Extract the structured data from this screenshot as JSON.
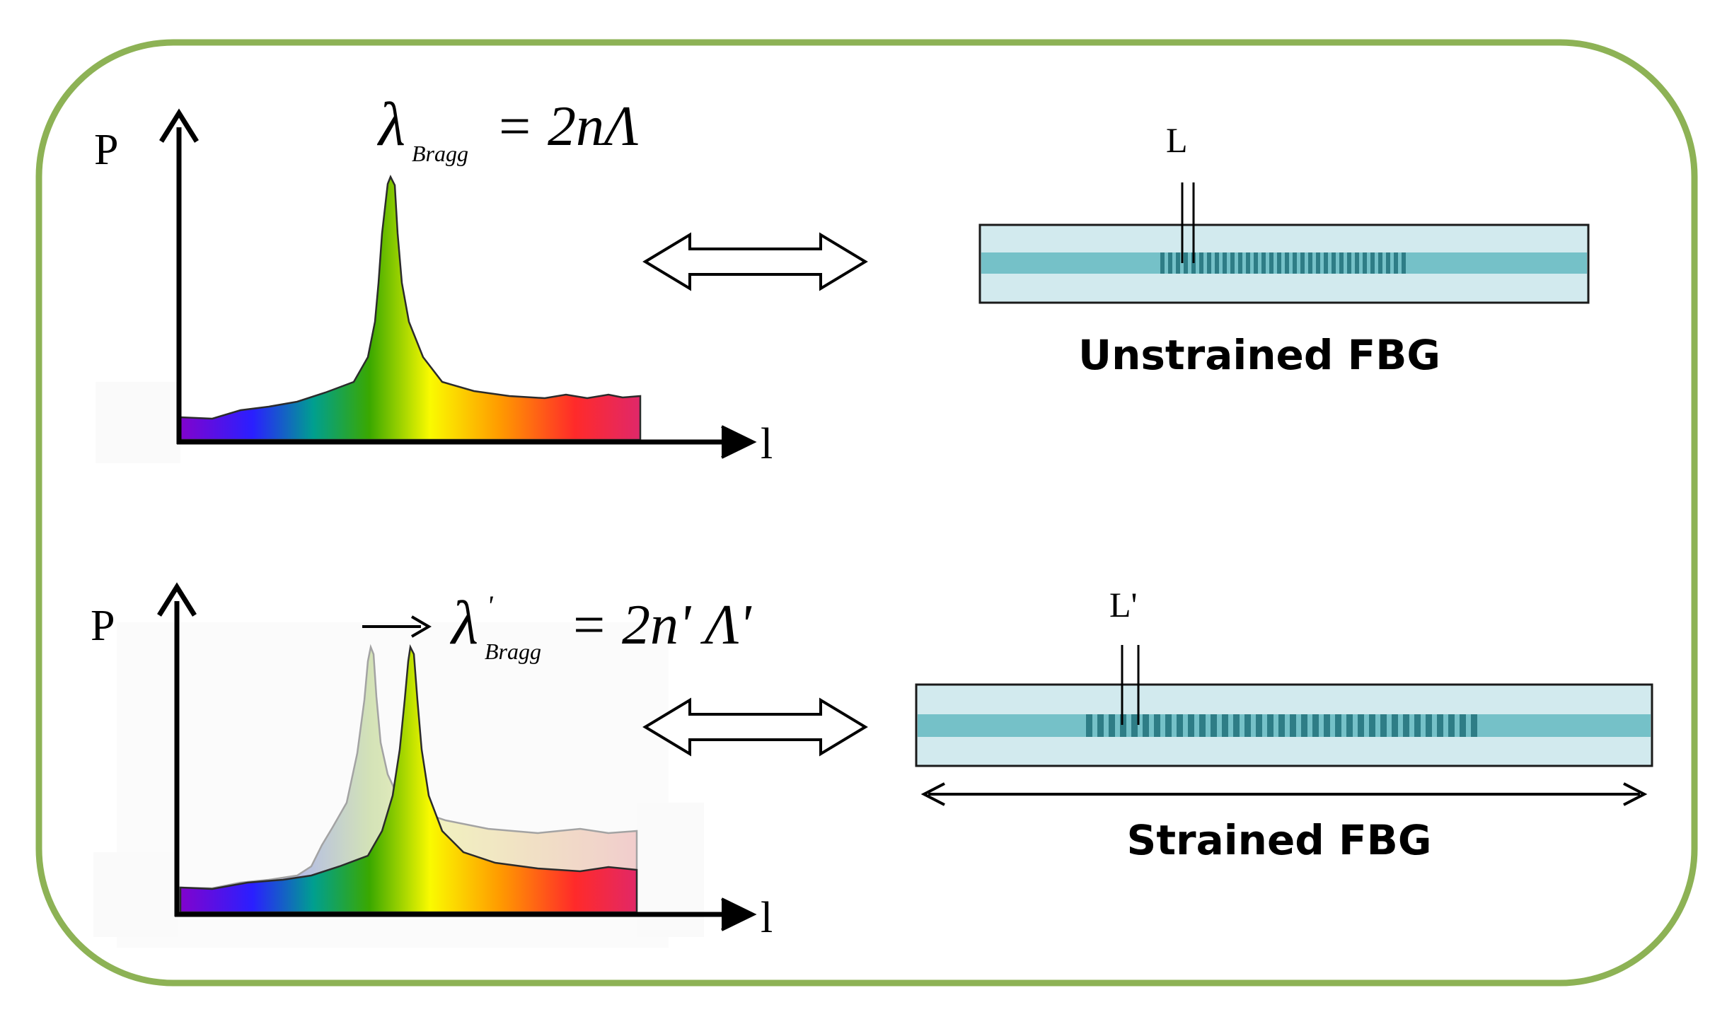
{
  "panel": {
    "border_color": "#8db255"
  },
  "unstrained": {
    "axis_y_label": "P",
    "axis_x_label": "l",
    "equation": {
      "lambda": "λ",
      "sub": "Bragg",
      "rhs": "= 2nΛ"
    },
    "period_label": "L",
    "caption": "Unstrained FBG"
  },
  "strained": {
    "axis_y_label": "P",
    "axis_x_label": "l",
    "equation": {
      "lambda": "λ",
      "prime": "'",
      "sub": "Bragg",
      "rhs": "= 2n' Λ'"
    },
    "period_label": "L'",
    "caption": "Strained FBG"
  },
  "colors": {
    "fiber_cladding": "#d2eaee",
    "fiber_core": "#75c1c8",
    "grating_dark": "#2e7d86",
    "spectrum": [
      "#8a00c8",
      "#2a1fff",
      "#00a0a0",
      "#2fa800",
      "#f8f800",
      "#ff9a00",
      "#ff2a2a",
      "#e0286a"
    ]
  }
}
